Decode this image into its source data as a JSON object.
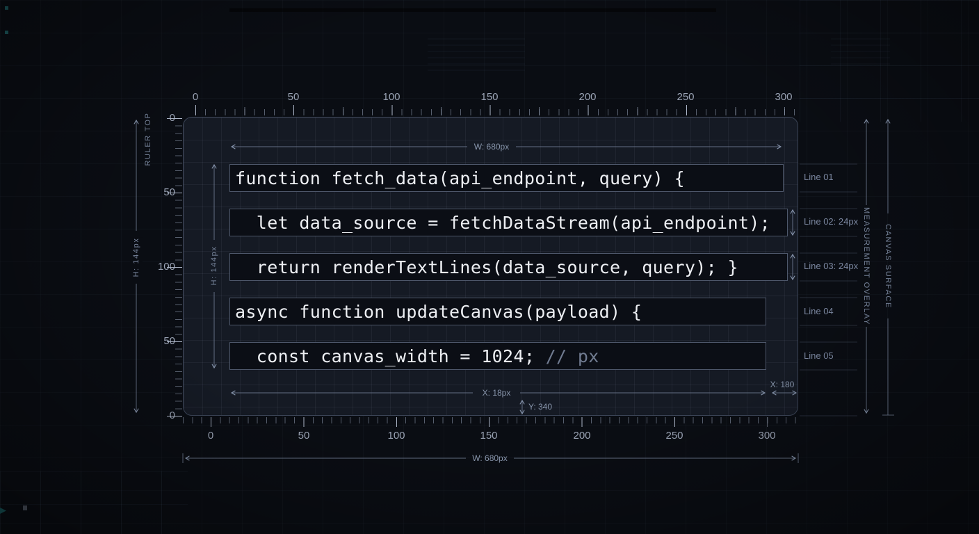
{
  "labels": {
    "ruler_top": "RULER TOP",
    "measurement_overlay": "MEASUREMENT OVERLAY",
    "canvas_surface": "CANVAS SURFACE"
  },
  "measurements": {
    "width_top": "W: 680px",
    "width_bottom": "W: 680px",
    "height_outer": "H: 144px",
    "height_inner": "H: 144px",
    "x_offset": "X: 18px",
    "x_right": "X: 180",
    "y_offset": "Y: 340"
  },
  "canvas": {
    "code_lines": [
      {
        "label": "Line 01",
        "text": "function fetch_data(api_endpoint, query) {",
        "comment": null
      },
      {
        "label": "Line 02: 24px",
        "text": "  let data_source = fetchDataStream(api_endpoint);",
        "comment": null
      },
      {
        "label": "Line 03: 24px",
        "text": "  return renderTextLines(data_source, query); }",
        "comment": null
      },
      {
        "label": "Line 04",
        "text": "async function updateCanvas(payload) {",
        "comment": null
      },
      {
        "label": "Line 05",
        "text": "  const canvas_width = 1024; ",
        "comment": "// px"
      }
    ]
  },
  "rulers": {
    "top": [
      "0",
      "50",
      "100",
      "150",
      "200",
      "250",
      "300"
    ],
    "bottom": [
      "0",
      "50",
      "100",
      "150",
      "200",
      "250",
      "300"
    ],
    "left": [
      "0",
      "50",
      "100",
      "50",
      "0"
    ]
  },
  "colors": {
    "background": "#0a0d13",
    "canvas_fill": "#151a24",
    "annotation": "#8794aa",
    "code_text": "#edeff3",
    "comment_text": "#707b90",
    "box_border": "#4e586b",
    "accent_teal": "#1b585c"
  }
}
